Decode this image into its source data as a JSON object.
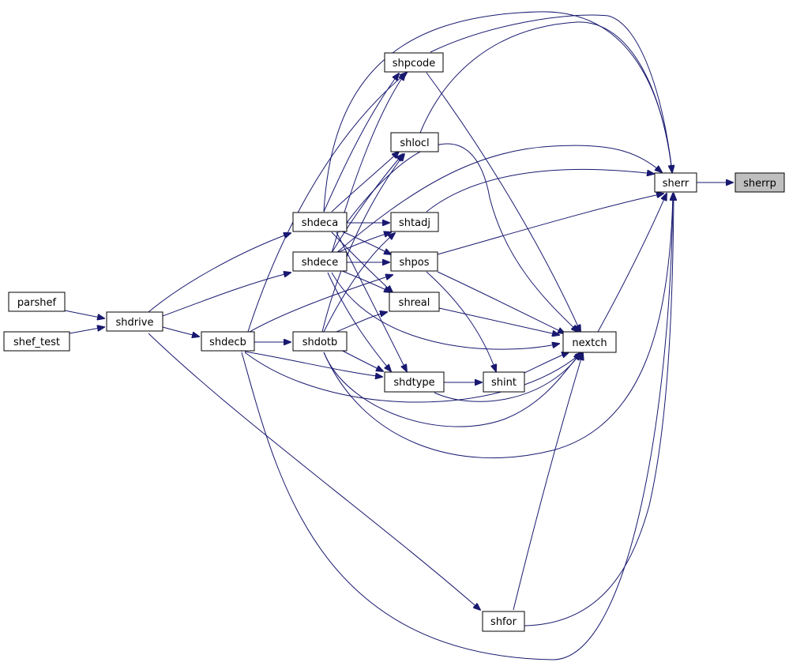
{
  "colors": {
    "edge": "#191970",
    "node_border": "#000000",
    "node_fill": "#ffffff",
    "focus_fill": "#bfbfbf",
    "background": "#ffffff"
  },
  "nodes": {
    "sherrp": "sherrp",
    "sherr": "sherr",
    "shpcode": "shpcode",
    "shlocl": "shlocl",
    "shtadj": "shtadj",
    "shpos": "shpos",
    "shreal": "shreal",
    "shdeca": "shdeca",
    "shdece": "shdece",
    "parshef": "parshef",
    "shef_test": "shef_test",
    "shdrive": "shdrive",
    "shdecb": "shdecb",
    "shdotb": "shdotb",
    "nextch": "nextch",
    "shdtype": "shdtype",
    "shint": "shint",
    "shfor": "shfor"
  },
  "edges": [
    [
      "sherr",
      "sherrp"
    ],
    [
      "parshef",
      "shdrive"
    ],
    [
      "shef_test",
      "shdrive"
    ],
    [
      "shdrive",
      "shdeca"
    ],
    [
      "shdrive",
      "shdece"
    ],
    [
      "shdrive",
      "shdecb"
    ],
    [
      "shdrive",
      "shfor"
    ],
    [
      "shdecb",
      "shdotb"
    ],
    [
      "shdecb",
      "shdtype"
    ],
    [
      "shdecb",
      "shpos"
    ],
    [
      "shdecb",
      "shpcode"
    ],
    [
      "shdecb",
      "nextch"
    ],
    [
      "shdecb",
      "sherr"
    ],
    [
      "shdeca",
      "shpcode"
    ],
    [
      "shdeca",
      "shlocl"
    ],
    [
      "shdeca",
      "shtadj"
    ],
    [
      "shdeca",
      "shpos"
    ],
    [
      "shdeca",
      "shreal"
    ],
    [
      "shdeca",
      "shdtype"
    ],
    [
      "shdeca",
      "nextch"
    ],
    [
      "shdeca",
      "sherr"
    ],
    [
      "shdece",
      "shpcode"
    ],
    [
      "shdece",
      "shlocl"
    ],
    [
      "shdece",
      "shtadj"
    ],
    [
      "shdece",
      "shpos"
    ],
    [
      "shdece",
      "shreal"
    ],
    [
      "shdece",
      "shdtype"
    ],
    [
      "shdece",
      "nextch"
    ],
    [
      "shdece",
      "sherr"
    ],
    [
      "shdotb",
      "shtadj"
    ],
    [
      "shdotb",
      "shlocl"
    ],
    [
      "shdotb",
      "shreal"
    ],
    [
      "shdotb",
      "shdtype"
    ],
    [
      "shdotb",
      "nextch"
    ],
    [
      "shdotb",
      "sherr"
    ],
    [
      "shdtype",
      "shint"
    ],
    [
      "shdtype",
      "nextch"
    ],
    [
      "shint",
      "nextch"
    ],
    [
      "shpos",
      "shint"
    ],
    [
      "shpos",
      "nextch"
    ],
    [
      "shpos",
      "sherr"
    ],
    [
      "shreal",
      "nextch"
    ],
    [
      "shtadj",
      "sherr"
    ],
    [
      "shlocl",
      "sherr"
    ],
    [
      "shpcode",
      "nextch"
    ],
    [
      "shpcode",
      "sherr"
    ],
    [
      "nextch",
      "sherr"
    ],
    [
      "shfor",
      "nextch"
    ],
    [
      "shfor",
      "sherr"
    ]
  ]
}
